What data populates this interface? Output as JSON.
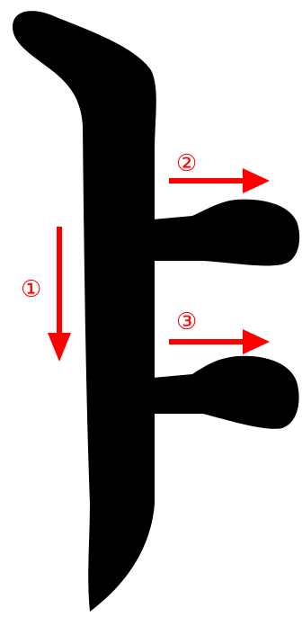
{
  "colors": {
    "background": "#ffffff",
    "glyph": "#000000",
    "arrow": "#ff0000"
  },
  "strokes": [
    {
      "order": "①",
      "direction": "down"
    },
    {
      "order": "②",
      "direction": "right"
    },
    {
      "order": "③",
      "direction": "right"
    }
  ]
}
